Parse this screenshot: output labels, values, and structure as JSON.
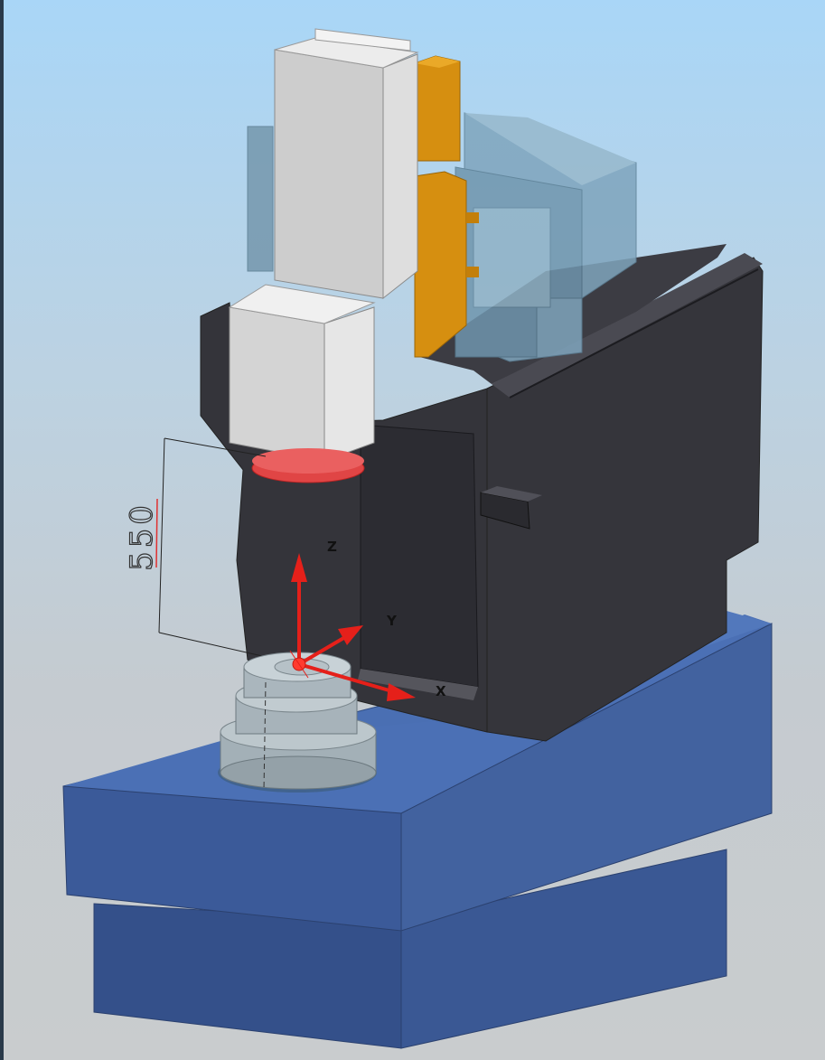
{
  "viewport": {
    "background_top": "#a9d6f7",
    "background_bottom": "#c9ccce"
  },
  "colors": {
    "base": "#3d5d9a",
    "column": "#3a3a40",
    "headstock": "#d6d6d6",
    "saddle_orange": "#d9930c",
    "guard_glass": "#7fa6bd",
    "chuck": "#a9b5bb",
    "spindle_red": "#e23a3a",
    "triad_red": "#e5201a"
  },
  "dimension": {
    "value": "550"
  },
  "triad": {
    "z_label": "Z",
    "y_label": "Y",
    "x_label": "X"
  }
}
